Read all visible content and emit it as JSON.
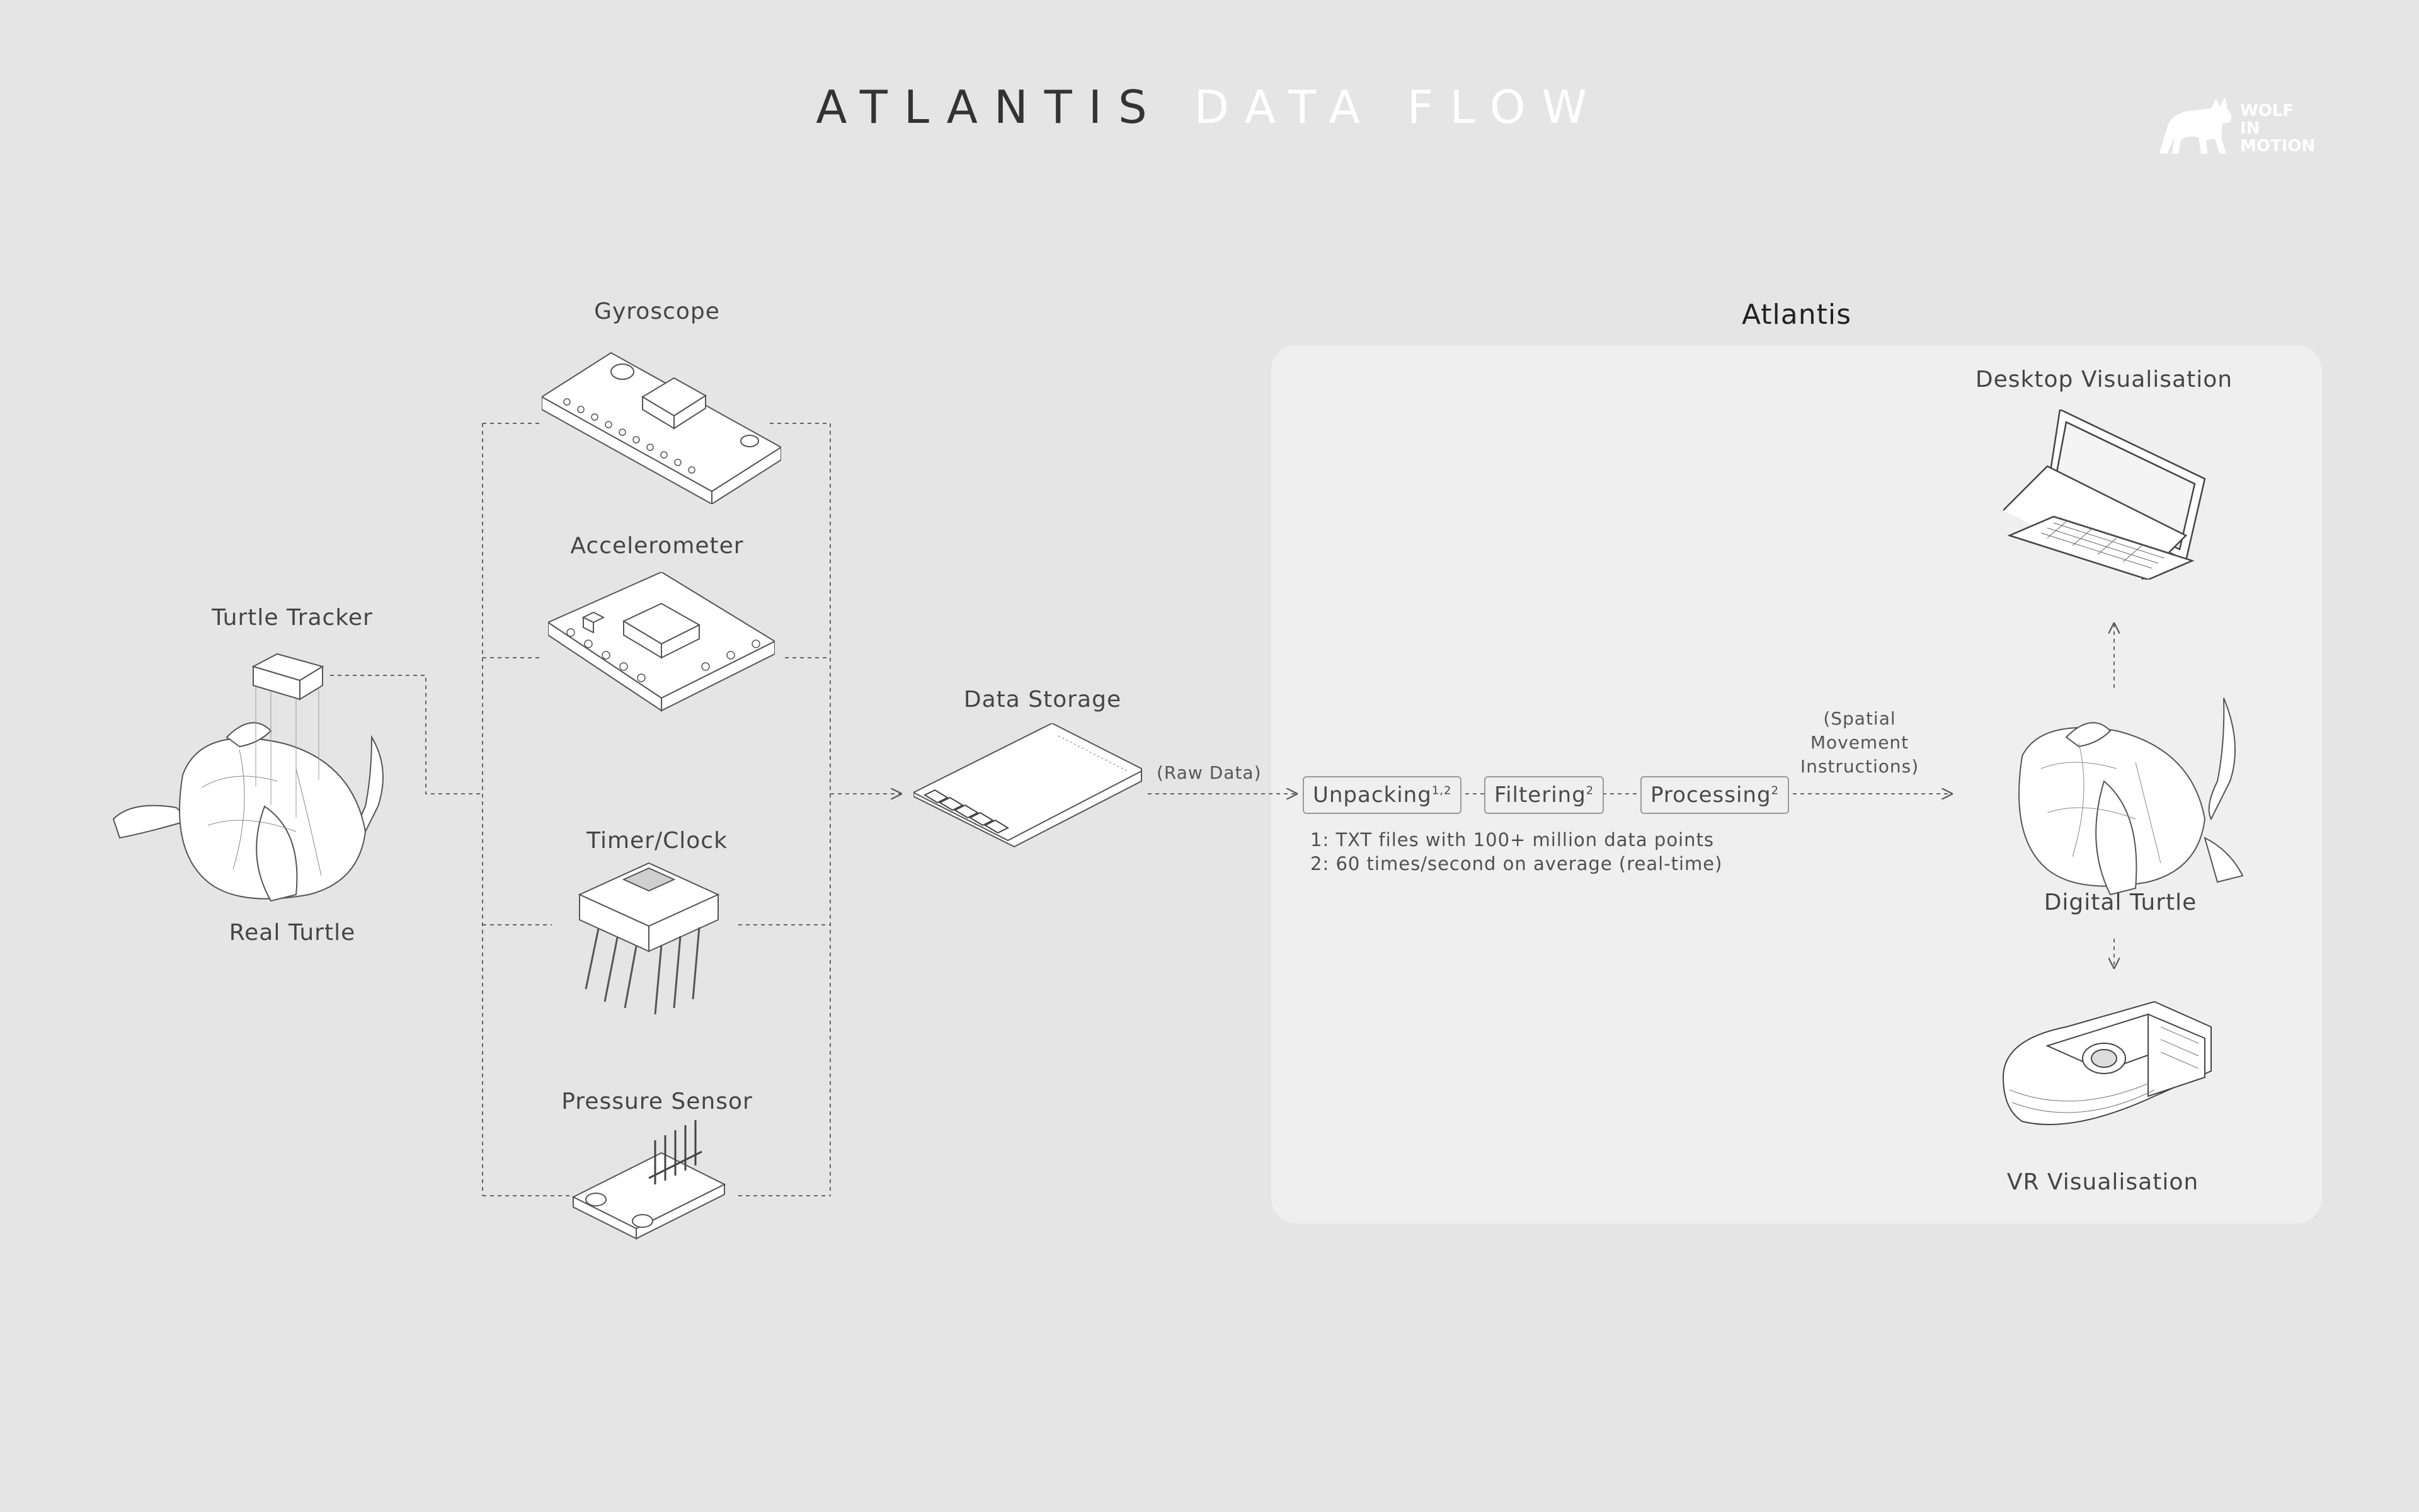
{
  "title": {
    "part1": "ATLANTIS",
    "part2": "DATA FLOW"
  },
  "logo": {
    "line1": "WOLF",
    "line2": "IN",
    "line3": "MOTION"
  },
  "left": {
    "turtle_tracker": "Turtle Tracker",
    "real_turtle": "Real Turtle"
  },
  "sensors": {
    "gyroscope": "Gyroscope",
    "accelerometer": "Accelerometer",
    "timer_clock": "Timer/Clock",
    "pressure_sensor": "Pressure Sensor"
  },
  "storage": {
    "label": "Data Storage",
    "raw_data": "(Raw Data)"
  },
  "atlantis": {
    "title": "Atlantis",
    "steps": {
      "unpacking": "Unpacking",
      "unpacking_sup": "1,2",
      "filtering": "Filtering",
      "filtering_sup": "2",
      "processing": "Processing",
      "processing_sup": "2"
    },
    "notes": {
      "note1": "1: TXT files with 100+ million data points",
      "note2": "2: 60 times/second on average (real-time)"
    },
    "spatial": {
      "line1": "(Spatial",
      "line2": "Movement",
      "line3": "Instructions)"
    },
    "desktop": "Desktop Visualisation",
    "digital_turtle": "Digital Turtle",
    "vr": "VR Visualisation"
  },
  "colors": {
    "background": "#e4e5e4",
    "panel": "#eeefee",
    "line": "#555555",
    "title_light": "#ffffff"
  }
}
